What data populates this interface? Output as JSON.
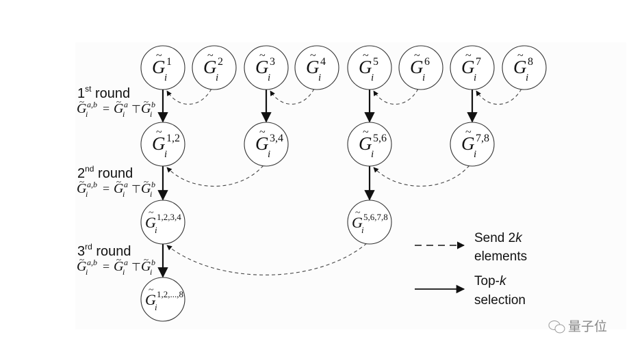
{
  "diagram": {
    "nodes": [
      {
        "id": "n1",
        "sup": "1",
        "row": 0,
        "col": 0
      },
      {
        "id": "n2",
        "sup": "2",
        "row": 0,
        "col": 1
      },
      {
        "id": "n3",
        "sup": "3",
        "row": 0,
        "col": 2
      },
      {
        "id": "n4",
        "sup": "4",
        "row": 0,
        "col": 3
      },
      {
        "id": "n5",
        "sup": "5",
        "row": 0,
        "col": 4
      },
      {
        "id": "n6",
        "sup": "6",
        "row": 0,
        "col": 5
      },
      {
        "id": "n7",
        "sup": "7",
        "row": 0,
        "col": 6
      },
      {
        "id": "n8",
        "sup": "8",
        "row": 0,
        "col": 7
      },
      {
        "id": "n12",
        "sup": "1,2",
        "row": 1,
        "col": 0
      },
      {
        "id": "n34",
        "sup": "3,4",
        "row": 1,
        "col": 2
      },
      {
        "id": "n56",
        "sup": "5,6",
        "row": 1,
        "col": 4
      },
      {
        "id": "n78",
        "sup": "7,8",
        "row": 1,
        "col": 6
      },
      {
        "id": "n1234",
        "sup": "1,2,3,4",
        "row": 2,
        "col": 0
      },
      {
        "id": "n5678",
        "sup": "5,6,7,8",
        "row": 2,
        "col": 4
      },
      {
        "id": "n1to8",
        "sup": "1,2,...,8",
        "row": 3,
        "col": 0
      }
    ],
    "node_symbol": "G",
    "node_subscript": "i",
    "edges": [
      {
        "from": "n2",
        "to": "n1",
        "type": "dashed"
      },
      {
        "from": "n4",
        "to": "n3",
        "type": "dashed"
      },
      {
        "from": "n6",
        "to": "n5",
        "type": "dashed"
      },
      {
        "from": "n8",
        "to": "n7",
        "type": "dashed"
      },
      {
        "from": "n1",
        "to": "n12",
        "type": "solid"
      },
      {
        "from": "n3",
        "to": "n34",
        "type": "solid"
      },
      {
        "from": "n5",
        "to": "n56",
        "type": "solid"
      },
      {
        "from": "n7",
        "to": "n78",
        "type": "solid"
      },
      {
        "from": "n34",
        "to": "n12",
        "type": "dashed"
      },
      {
        "from": "n78",
        "to": "n56",
        "type": "dashed"
      },
      {
        "from": "n12",
        "to": "n1234",
        "type": "solid"
      },
      {
        "from": "n56",
        "to": "n5678",
        "type": "solid"
      },
      {
        "from": "n5678",
        "to": "n1234",
        "type": "dashed"
      },
      {
        "from": "n1234",
        "to": "n1to8",
        "type": "solid"
      }
    ],
    "rounds": [
      {
        "num": "1",
        "ord": "st",
        "word": "round"
      },
      {
        "num": "2",
        "ord": "nd",
        "word": "round"
      },
      {
        "num": "3",
        "ord": "rd",
        "word": "round"
      }
    ],
    "formula": {
      "lhs_sup": "a,b",
      "a": "a",
      "b": "b",
      "op": "⊤",
      "eq": "="
    },
    "legend": [
      {
        "type": "dashed",
        "line1": "Send 2",
        "line1_italic": "k",
        "line2": "elements"
      },
      {
        "type": "solid",
        "line1": "Top-",
        "line1_italic": "k",
        "line2": "selection"
      }
    ]
  },
  "watermark": {
    "text": "量子位",
    "icon": "wechat-icon"
  }
}
